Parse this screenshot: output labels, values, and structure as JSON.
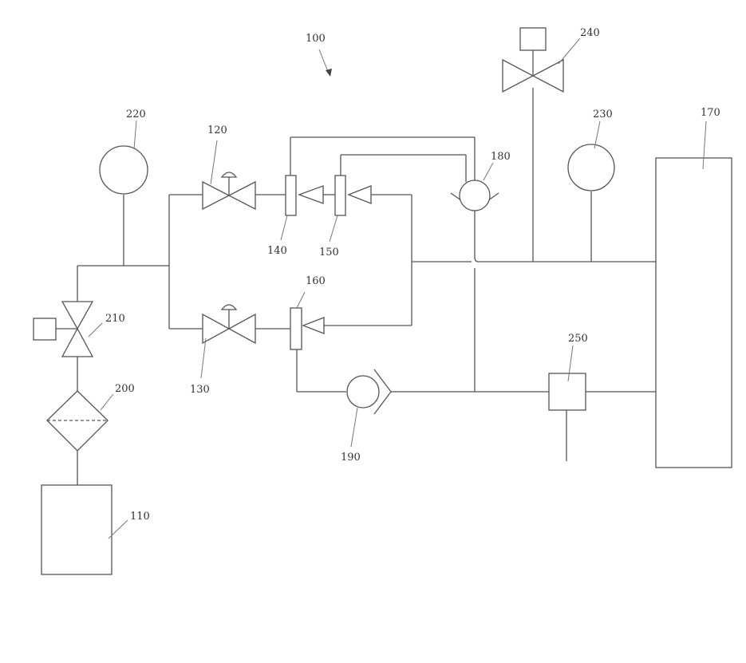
{
  "diagram": {
    "labels": {
      "system": "100",
      "tank": "110",
      "valve_upper": "120",
      "valve_lower": "130",
      "fitting_140": "140",
      "fitting_150": "150",
      "fitting_160": "160",
      "vessel": "170",
      "pump_180": "180",
      "pump_190": "190",
      "filter": "200",
      "solenoid_valve_210": "210",
      "gauge_220": "220",
      "gauge_230": "230",
      "solenoid_valve_240": "240",
      "sensor_250": "250"
    }
  }
}
